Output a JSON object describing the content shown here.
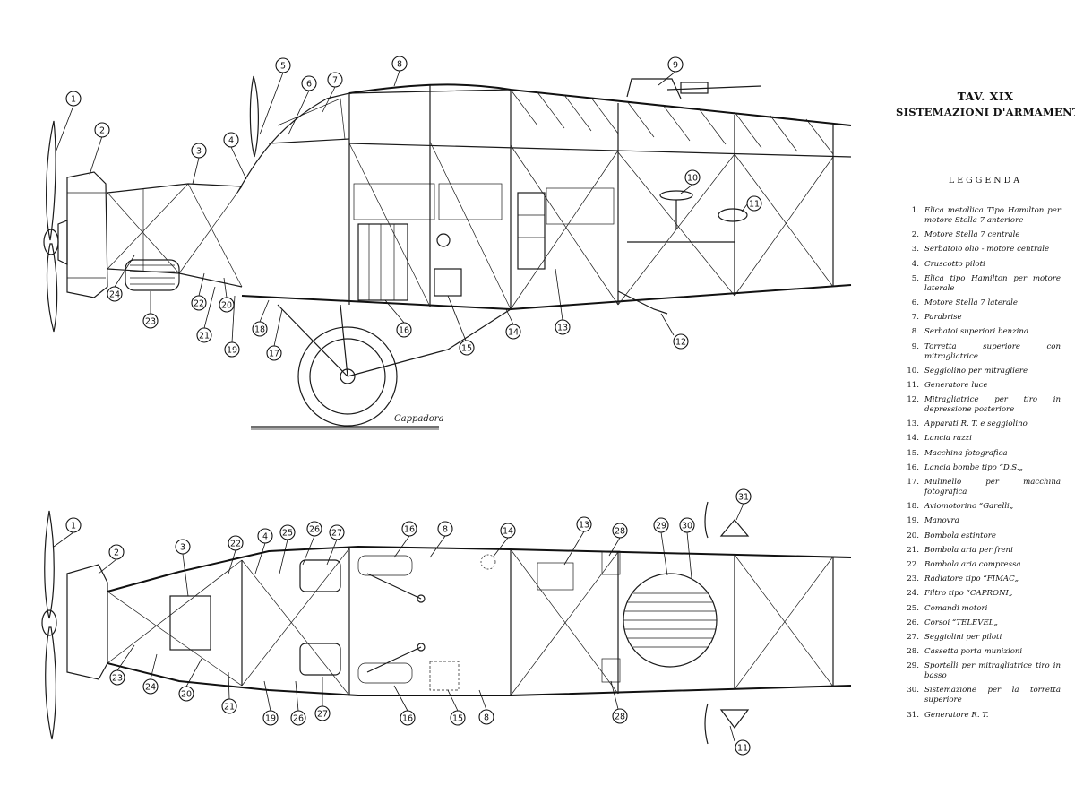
{
  "plate": {
    "title": "TAV. XIX",
    "subtitle": "SISTEMAZIONI D'ARMAMENTO",
    "signature": "Cappadora"
  },
  "legend": {
    "title": "LEGGENDA",
    "items": [
      {
        "num": "1.",
        "text": "Elica metallica Tipo Hamilton per motore Stella 7 anteriore"
      },
      {
        "num": "2.",
        "text": "Motore Stella 7 centrale"
      },
      {
        "num": "3.",
        "text": "Serbatoio olio - motore centrale"
      },
      {
        "num": "4.",
        "text": "Cruscotto piloti"
      },
      {
        "num": "5.",
        "text": "Elica tipo Hamilton per motore laterale"
      },
      {
        "num": "6.",
        "text": "Motore Stella 7 laterale"
      },
      {
        "num": "7.",
        "text": "Parabrise"
      },
      {
        "num": "8.",
        "text": "Serbatoi superiori benzina"
      },
      {
        "num": "9.",
        "text": "Torretta superiore con mitragliatrice"
      },
      {
        "num": "10.",
        "text": "Seggiolino per mitragliere"
      },
      {
        "num": "11.",
        "text": "Generatore luce"
      },
      {
        "num": "12.",
        "text": "Mitragliatrice per tiro in depressione posteriore"
      },
      {
        "num": "13.",
        "text": "Apparati R. T. e seggiolino"
      },
      {
        "num": "14.",
        "text": "Lancia razzi"
      },
      {
        "num": "15.",
        "text": "Macchina fotografica"
      },
      {
        "num": "16.",
        "text": "Lancia bombe tipo “D.S.„"
      },
      {
        "num": "17.",
        "text": "Mulinello per macchina fotografica"
      },
      {
        "num": "18.",
        "text": "Aviomotorino “Garelli„"
      },
      {
        "num": "19.",
        "text": "Manovra"
      },
      {
        "num": "20.",
        "text": "Bombola estintore"
      },
      {
        "num": "21.",
        "text": "Bombola aria per freni"
      },
      {
        "num": "22.",
        "text": "Bombola aria compressa"
      },
      {
        "num": "23.",
        "text": "Radiatore tipo “FIMAC„"
      },
      {
        "num": "24.",
        "text": "Filtro tipo “CAPRONI„"
      },
      {
        "num": "25.",
        "text": "Comandi motori"
      },
      {
        "num": "26.",
        "text": "Corsoi “TELEVEL„"
      },
      {
        "num": "27.",
        "text": "Seggiolini per piloti"
      },
      {
        "num": "28.",
        "text": "Cassetta porta munizioni"
      },
      {
        "num": "29.",
        "text": "Sportelli per mitragliatrice tiro in basso"
      },
      {
        "num": "30.",
        "text": "Sistemazione per la torretta superiore"
      },
      {
        "num": "31.",
        "text": "Generatore R. T."
      }
    ]
  },
  "side_view": {
    "callouts": [
      "1",
      "2",
      "3",
      "4",
      "5",
      "6",
      "7",
      "8",
      "9",
      "10",
      "11",
      "12",
      "13",
      "14",
      "15",
      "16",
      "17",
      "18",
      "19",
      "20",
      "21",
      "22",
      "23",
      "24"
    ]
  },
  "plan_view": {
    "callouts": [
      "1",
      "2",
      "3",
      "4",
      "22",
      "25",
      "26",
      "27",
      "16",
      "8",
      "14",
      "13",
      "28",
      "29",
      "30",
      "31",
      "23",
      "24",
      "20",
      "21",
      "19",
      "26",
      "27",
      "16",
      "15",
      "8",
      "28",
      "11"
    ]
  }
}
